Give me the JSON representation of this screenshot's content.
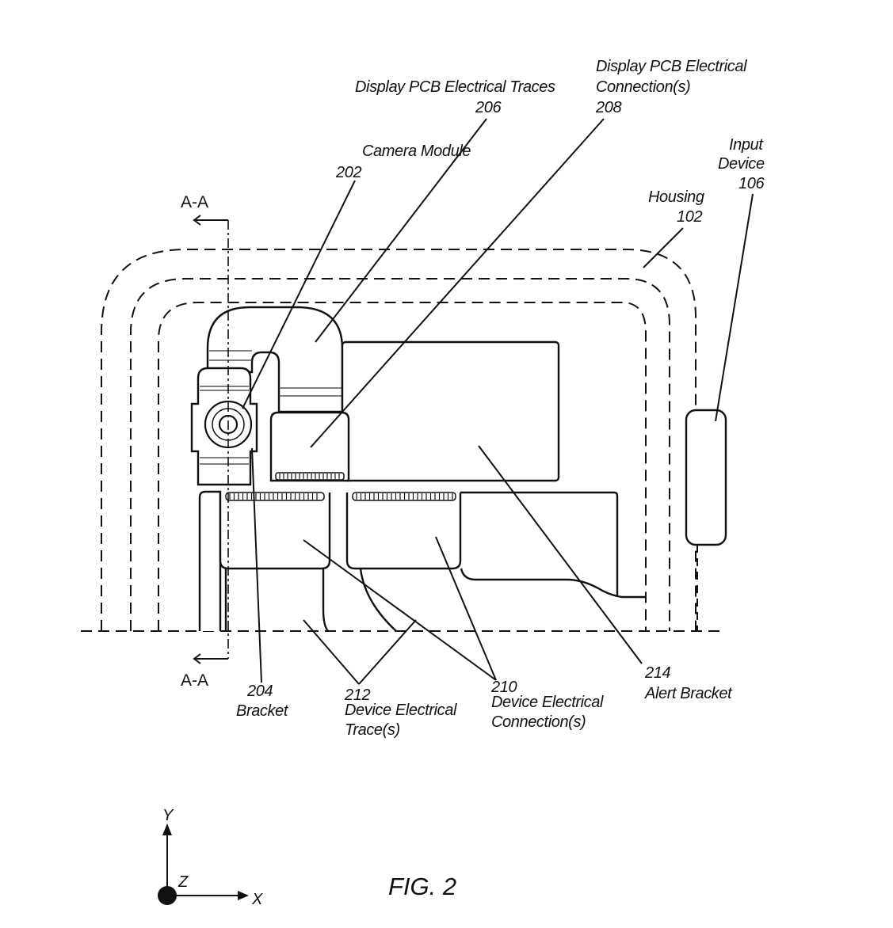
{
  "figure": {
    "title": "FIG. 2",
    "section_marker": "A-A"
  },
  "labels": {
    "camera_module": {
      "name": "Camera Module",
      "ref": "202"
    },
    "display_pcb_traces": {
      "name": "Display PCB Electrical Traces",
      "ref": "206"
    },
    "display_pcb_connections": {
      "line1": "Display PCB Electrical",
      "line2": "Connection(s)",
      "ref": "208"
    },
    "input_device": {
      "line1": "Input",
      "line2": "Device",
      "ref": "106"
    },
    "housing": {
      "name": "Housing",
      "ref": "102"
    },
    "bracket": {
      "name": "Bracket",
      "ref": "204"
    },
    "device_traces": {
      "line1": "Device Electrical",
      "line2": "Trace(s)",
      "ref": "212"
    },
    "device_connections": {
      "line1": "Device Electrical",
      "line2": "Connection(s)",
      "ref": "210"
    },
    "alert_bracket": {
      "name": "Alert Bracket",
      "ref": "214"
    }
  },
  "axes": {
    "y": "Y",
    "z": "Z",
    "x": "X"
  }
}
